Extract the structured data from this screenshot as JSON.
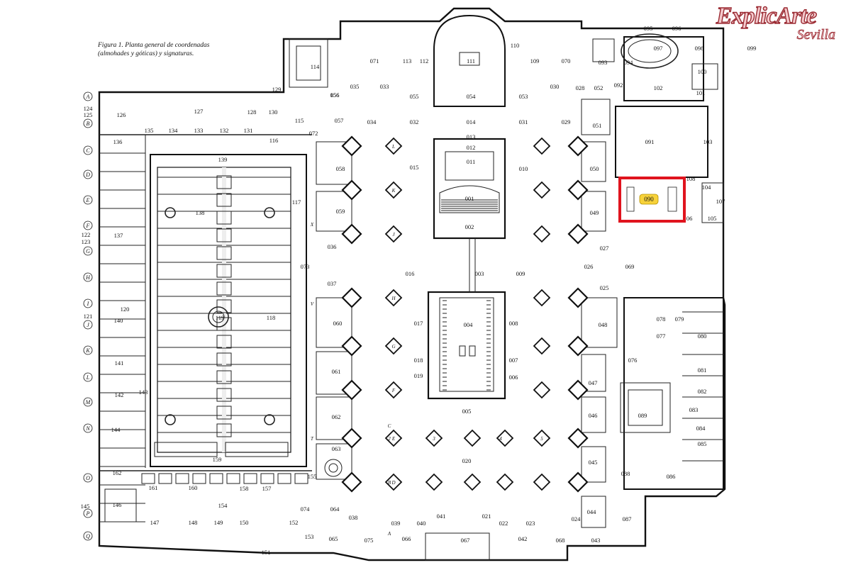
{
  "caption": {
    "line1": "Figura 1. Planta general de coordenadas",
    "line2": "(almohades y góticas) y signaturas."
  },
  "logo": {
    "brand": "ExplicArte",
    "city": "Sevilla",
    "colors": {
      "fill": "#f4c9cc",
      "stroke": "#9a2a32"
    }
  },
  "highlight": {
    "room": "090",
    "color": "#e0141e",
    "badge_color": "#f7d23a"
  },
  "row_letters": [
    "A",
    "B",
    "C",
    "D",
    "E",
    "F",
    "G",
    "H",
    "I",
    "J",
    "K",
    "L",
    "M",
    "N",
    "O",
    "P",
    "Q"
  ],
  "room_labels": [
    "099",
    "095",
    "096",
    "097",
    "098",
    "100",
    "101",
    "102",
    "103",
    "104",
    "105",
    "106",
    "107",
    "108",
    "091",
    "093",
    "094",
    "092",
    "052",
    "051",
    "050",
    "049",
    "048",
    "047",
    "046",
    "045",
    "044",
    "043",
    "042",
    "041",
    "040",
    "039",
    "038",
    "037",
    "036",
    "035",
    "034",
    "033",
    "032",
    "031",
    "030",
    "029",
    "028",
    "027",
    "026",
    "025",
    "024",
    "023",
    "022",
    "021",
    "020",
    "019",
    "018",
    "017",
    "016",
    "015",
    "014",
    "013",
    "012",
    "011",
    "010",
    "009",
    "008",
    "007",
    "006",
    "005",
    "004",
    "003",
    "002",
    "001",
    "053",
    "054",
    "055",
    "056",
    "057",
    "058",
    "059",
    "060",
    "061",
    "062",
    "063",
    "064",
    "065",
    "066",
    "067",
    "068",
    "069",
    "070",
    "071",
    "072",
    "073",
    "074",
    "075",
    "076",
    "077",
    "078",
    "079",
    "080",
    "081",
    "082",
    "083",
    "084",
    "085",
    "086",
    "087",
    "088",
    "089",
    "109",
    "110",
    "111",
    "112",
    "113",
    "114",
    "115",
    "116",
    "117",
    "118",
    "119",
    "120",
    "121",
    "122",
    "123",
    "124",
    "125",
    "126",
    "127",
    "128",
    "129",
    "130",
    "131",
    "132",
    "133",
    "134",
    "135",
    "136",
    "137",
    "138",
    "139",
    "140",
    "141",
    "142",
    "143",
    "144",
    "145",
    "146",
    "147",
    "148",
    "149",
    "150",
    "151",
    "152",
    "153",
    "154",
    "155",
    "156",
    "157",
    "158",
    "159",
    "160",
    "161",
    "162"
  ],
  "pillar_letters": [
    "L",
    "K",
    "J",
    "H",
    "G",
    "F",
    "E",
    "D",
    "C",
    "2",
    "3",
    "4",
    "5",
    "B",
    "A",
    "X",
    "V",
    "T"
  ]
}
